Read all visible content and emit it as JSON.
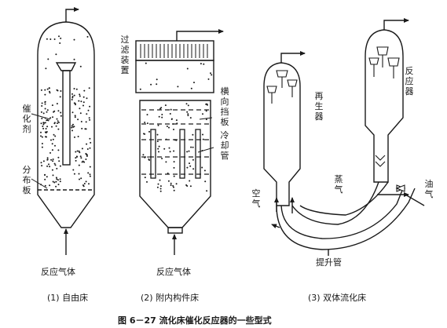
{
  "figure": {
    "title": "图 6－27   流化床催化反应器的一些型式"
  },
  "panel1": {
    "caption": "(1) 自由床",
    "label_catalyst": "催化剂",
    "label_distributor": "分布板",
    "label_gas": "反应气体"
  },
  "panel2": {
    "caption": "(2) 附内构件床",
    "label_filter": "过滤装置",
    "label_baffle": "横向挡板",
    "label_cooling": "冷却管",
    "label_gas": "反应气体"
  },
  "panel3": {
    "caption": "(3) 双体流化床",
    "label_regenerator": "再生器",
    "label_reactor": "反应器",
    "label_steam": "蒸气",
    "label_air": "空气",
    "label_oil": "油气",
    "label_riser": "提升管"
  }
}
